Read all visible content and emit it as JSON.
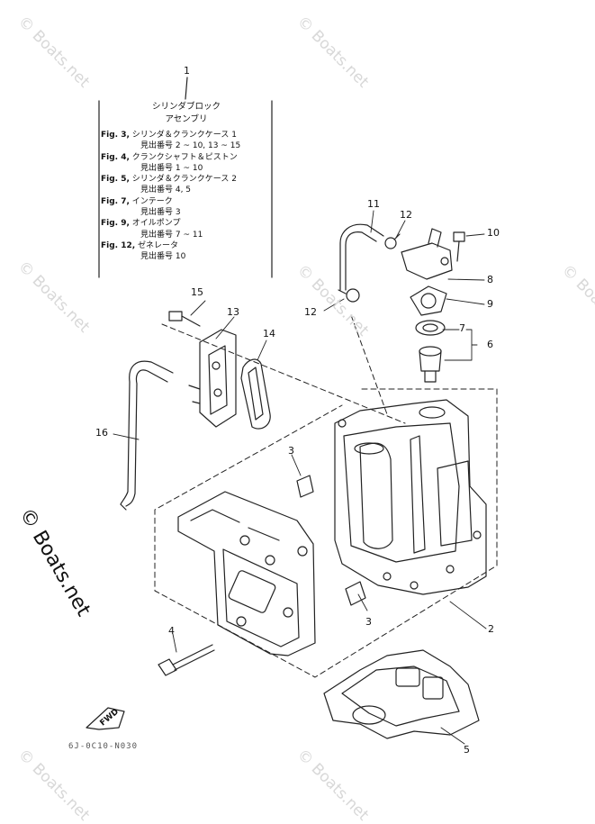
{
  "note": {
    "lines_head": [
      "シリンダブロック",
      "アセンブリ"
    ],
    "entries": [
      {
        "fig": "Fig. 3,",
        "title": "シリンダ＆クランクケース 1",
        "sub": "見出番号 2 ~ 10, 13 ~ 15"
      },
      {
        "fig": "Fig. 4,",
        "title": "クランクシャフト＆ピストン",
        "sub": "見出番号 1 ~ 10"
      },
      {
        "fig": "Fig. 5,",
        "title": "シリンダ＆クランクケース 2",
        "sub": "見出番号 4, 5"
      },
      {
        "fig": "Fig. 7,",
        "title": "インテーク",
        "sub": "見出番号 3"
      },
      {
        "fig": "Fig. 9,",
        "title": "オイルポンプ",
        "sub": "見出番号 7 ~ 11"
      },
      {
        "fig": "Fig. 12,",
        "title": "ゼネレータ",
        "sub": "見出番号 10"
      }
    ]
  },
  "callouts": {
    "c1": "1",
    "c2": "2",
    "c3a": "3",
    "c3b": "3",
    "c4": "4",
    "c5": "5",
    "c6": "6",
    "c7": "7",
    "c8": "8",
    "c9": "9",
    "c10": "10",
    "c11": "11",
    "c12a": "12",
    "c12b": "12",
    "c13": "13",
    "c14": "14",
    "c15": "15",
    "c16": "16"
  },
  "fwd_label": "FWD",
  "drawing_code": "6J-0C10-N030",
  "watermark": "© Boats.net",
  "colors": {
    "line": "#222222",
    "watermark": "#d8d8d8"
  }
}
